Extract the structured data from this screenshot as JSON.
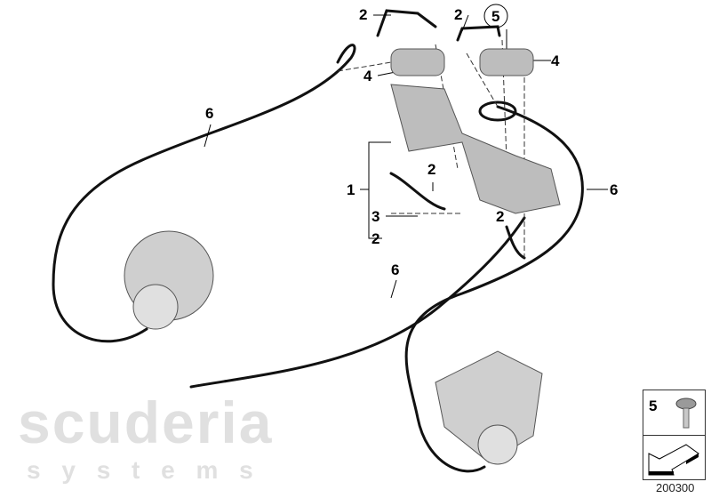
{
  "watermark": {
    "line1": "scuderia",
    "line2": "s y s t e m s"
  },
  "callouts": [
    {
      "id": "2",
      "label": "2"
    },
    {
      "id": "2b",
      "label": "2"
    },
    {
      "id": "5",
      "label": "5",
      "circled": true
    },
    {
      "id": "4",
      "label": "4"
    },
    {
      "id": "4b",
      "label": "4"
    },
    {
      "id": "6",
      "label": "6"
    },
    {
      "id": "6b",
      "label": "6"
    },
    {
      "id": "1",
      "label": "1"
    },
    {
      "id": "2c",
      "label": "2"
    },
    {
      "id": "3",
      "label": "3"
    },
    {
      "id": "2d",
      "label": "2"
    },
    {
      "id": "2e",
      "label": "2"
    },
    {
      "id": "6c",
      "label": "6"
    }
  ],
  "legend": {
    "part_number": "5",
    "icons": [
      "screw-icon",
      "arrow-icon"
    ]
  },
  "diagram_code": "200300"
}
